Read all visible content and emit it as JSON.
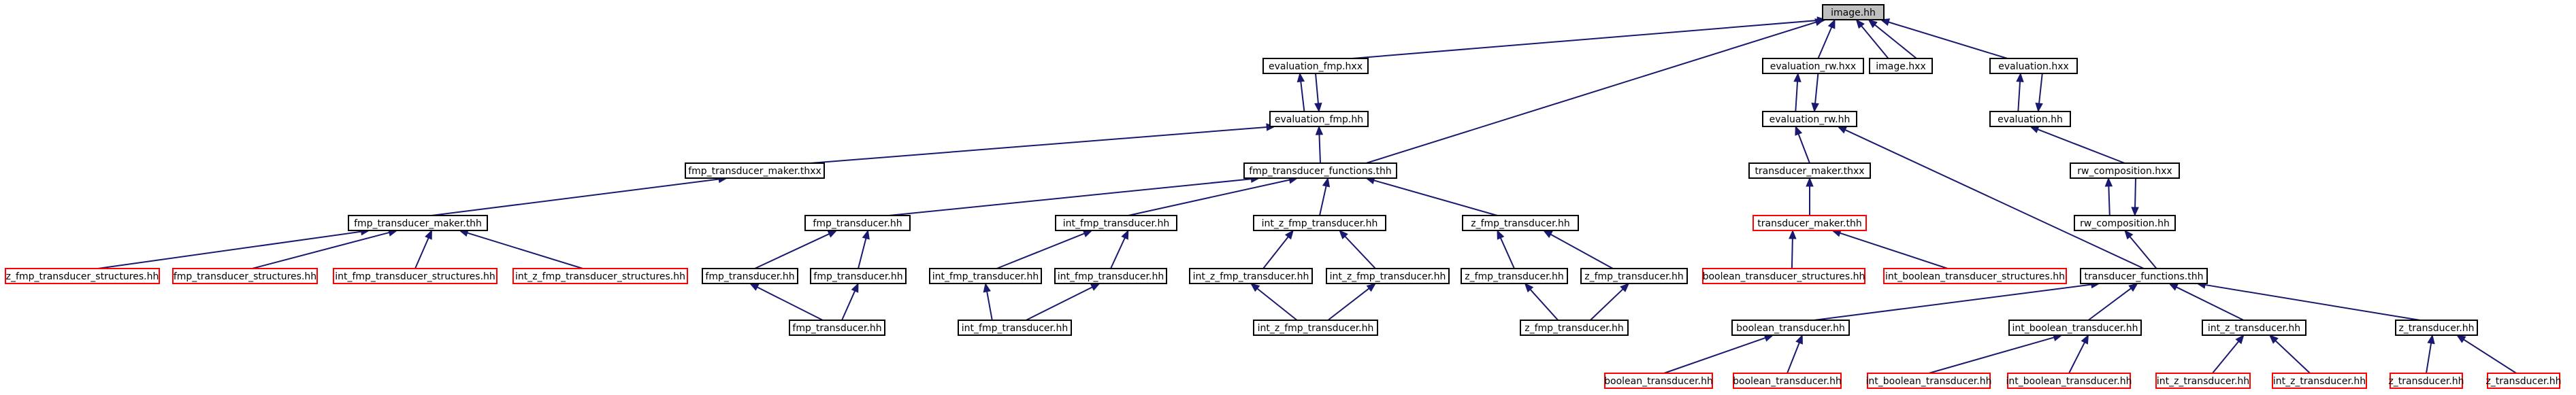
{
  "colors": {
    "edge": "#191970",
    "node_border": "#000000",
    "node_border_external": "#ff0000",
    "root_fill": "#bfbfbf",
    "background": "#ffffff"
  },
  "nodes": {
    "image_hh": "image.hh",
    "evaluation_fmp_hxx": "evaluation_fmp.hxx",
    "evaluation_rw_hxx": "evaluation_rw.hxx",
    "image_hxx": "image.hxx",
    "evaluation_hxx": "evaluation.hxx",
    "evaluation_fmp_hh": "evaluation_fmp.hh",
    "evaluation_rw_hh": "evaluation_rw.hh",
    "evaluation_hh": "evaluation.hh",
    "fmp_transducer_maker_thxx": "fmp_transducer_maker.thxx",
    "fmp_transducer_functions_thh": "fmp_transducer_functions.thh",
    "transducer_maker_thxx": "transducer_maker.thxx",
    "rw_composition_hxx": "rw_composition.hxx",
    "fmp_transducer_maker_thh": "fmp_transducer_maker.thh",
    "fmp_transducer_hh_a": "fmp_transducer.hh",
    "int_fmp_transducer_hh_a": "int_fmp_transducer.hh",
    "int_z_fmp_transducer_hh_a": "int_z_fmp_transducer.hh",
    "z_fmp_transducer_hh_a": "z_fmp_transducer.hh",
    "transducer_maker_thh": "transducer_maker.thh",
    "rw_composition_hh": "rw_composition.hh",
    "z_fmp_transducer_structures_hh": "z_fmp_transducer_structures.hh",
    "fmp_transducer_structures_hh": "fmp_transducer_structures.hh",
    "int_fmp_transducer_structures_hh": "int_fmp_transducer_structures.hh",
    "int_z_fmp_transducer_structures_hh": "int_z_fmp_transducer_structures.hh",
    "fmp_transducer_hh_b1": "fmp_transducer.hh",
    "fmp_transducer_hh_b2": "fmp_transducer.hh",
    "int_fmp_transducer_hh_b1": "int_fmp_transducer.hh",
    "int_fmp_transducer_hh_b2": "int_fmp_transducer.hh",
    "int_z_fmp_transducer_hh_b1": "int_z_fmp_transducer.hh",
    "int_z_fmp_transducer_hh_b2": "int_z_fmp_transducer.hh",
    "z_fmp_transducer_hh_b1": "z_fmp_transducer.hh",
    "z_fmp_transducer_hh_b2": "z_fmp_transducer.hh",
    "boolean_transducer_structures_hh": "boolean_transducer_structures.hh",
    "int_boolean_transducer_structures_hh": "int_boolean_transducer_structures.hh",
    "transducer_functions_thh": "transducer_functions.thh",
    "fmp_transducer_hh_c": "fmp_transducer.hh",
    "int_fmp_transducer_hh_c": "int_fmp_transducer.hh",
    "int_z_fmp_transducer_hh_c": "int_z_fmp_transducer.hh",
    "z_fmp_transducer_hh_c": "z_fmp_transducer.hh",
    "boolean_transducer_hh_a": "boolean_transducer.hh",
    "int_boolean_transducer_hh_a": "int_boolean_transducer.hh",
    "int_z_transducer_hh_a": "int_z_transducer.hh",
    "z_transducer_hh_a": "z_transducer.hh",
    "boolean_transducer_hh_b1": "boolean_transducer.hh",
    "boolean_transducer_hh_b2": "boolean_transducer.hh",
    "int_boolean_transducer_hh_b1": "int_boolean_transducer.hh",
    "int_boolean_transducer_hh_b2": "int_boolean_transducer.hh",
    "int_z_transducer_hh_b1": "int_z_transducer.hh",
    "int_z_transducer_hh_b2": "int_z_transducer.hh",
    "z_transducer_hh_b1": "z_transducer.hh",
    "z_transducer_hh_b2": "z_transducer.hh"
  }
}
